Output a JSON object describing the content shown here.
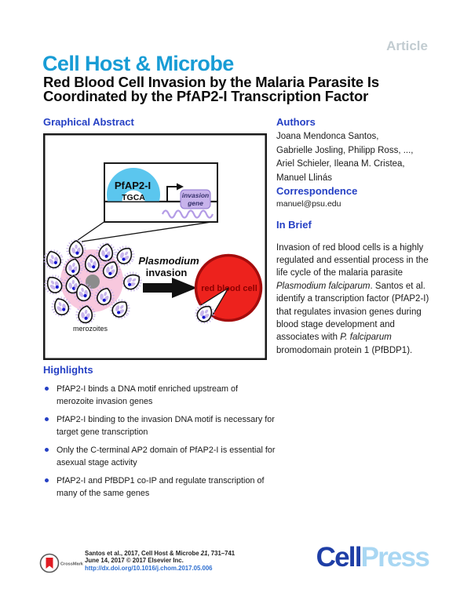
{
  "page": {
    "article_label": "Article",
    "journal_title": "Cell Host & Microbe",
    "paper_title_line1": "Red Blood Cell Invasion by the Malaria Parasite Is",
    "paper_title_line2": "Coordinated by the PfAP2-I Transcription Factor"
  },
  "graphical_abstract": {
    "heading": "Graphical Abstract",
    "figure": {
      "protein_label": "PfAP2-I",
      "motif_label": "TGCA",
      "gene_label_line1": "invasion",
      "gene_label_line2": "gene",
      "process_label_line1": "Plasmodium",
      "process_label_line2": "invasion",
      "rbc_label": "red blood cell",
      "merozoites_label": "merozoites"
    }
  },
  "authors": {
    "heading": "Authors",
    "names": [
      "Joana Mendonca Santos,",
      "Gabrielle Josling, Philipp Ross, ...,",
      "Ariel Schieler, Ileana M. Cristea,",
      "Manuel Llinás"
    ]
  },
  "correspondence": {
    "heading": "Correspondence",
    "email": "manuel@psu.edu"
  },
  "in_brief": {
    "heading": "In Brief",
    "s1": "Invasion of red blood cells is a highly regulated and essential process in the life cycle of the malaria parasite ",
    "s2": "Plasmodium falciparum",
    "s3": ". Santos et al. identify a transcription factor (PfAP2-I) that regulates invasion genes during blood stage development and associates with ",
    "s4": "P. falciparum",
    "s5": " bromodomain protein 1 (PfBDP1)."
  },
  "highlights": {
    "heading": "Highlights",
    "items": [
      "PfAP2-I binds a DNA motif enriched upstream of merozoite invasion genes",
      "PfAP2-I binding to the invasion DNA motif is necessary for target gene transcription",
      "Only the C-terminal AP2 domain of PfAP2-I is essential for asexual stage activity",
      "PfAP2-I and PfBDP1 co-IP and regulate transcription of many of the same genes"
    ]
  },
  "footer": {
    "crossmark_label": "CrossMark",
    "cite1a": "Santos et al., 2017, Cell Host & Microbe ",
    "cite1b": "21",
    "cite1c": ", 731–741",
    "cite2": "June 14, 2017 © 2017 Elsevier Inc.",
    "doi": "http://dx.doi.org/10.1016/j.chom.2017.05.006",
    "logo_cell": "Cell",
    "logo_press": "Press"
  },
  "colors": {
    "journal_blue": "#189cd5",
    "heading_blue": "#2540c4",
    "link_blue": "#2e6fd0",
    "article_gray": "#c2ccd1",
    "cell_navy": "#1e3ea6",
    "press_lightblue": "#a9d7f3",
    "rbc_red": "#ed221d",
    "rbc_border": "#a30c0c",
    "rbc_text": "#8c0000",
    "protein_blue": "#5bc6ee",
    "gene_purple": "#c7b3eb",
    "mrna_purple": "#b49ce6",
    "schizont_pink": "#f8c8de",
    "crossmark_red": "#e01b22"
  }
}
